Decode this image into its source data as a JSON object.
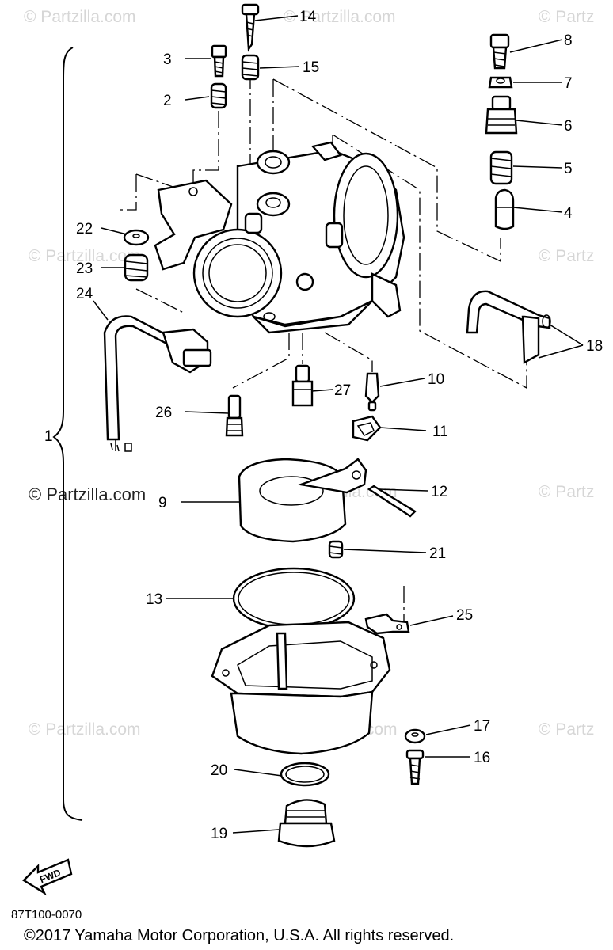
{
  "diagram": {
    "watermark": "© Partzilla.com",
    "watermark_main": "© Partzilla.com",
    "watermark_edge": "© Partz",
    "watermark_edge_left": "© Partzilla.com",
    "callouts": {
      "n1": "1",
      "n2": "2",
      "n3": "3",
      "n4": "4",
      "n5": "5",
      "n6": "6",
      "n7": "7",
      "n8": "8",
      "n9": "9",
      "n10": "10",
      "n11": "11",
      "n12": "12",
      "n13": "13",
      "n14": "14",
      "n15": "15",
      "n16": "16",
      "n17": "17",
      "n18": "18",
      "n19": "19",
      "n20": "20",
      "n21": "21",
      "n22": "22",
      "n23": "23",
      "n24": "24",
      "n25": "25",
      "n26": "26",
      "n27": "27"
    },
    "fwd_label": "FWD",
    "figure_code": "87T100-0070",
    "copyright": "©2017  Yamaha Motor Corporation, U.S.A. All rights reserved."
  }
}
